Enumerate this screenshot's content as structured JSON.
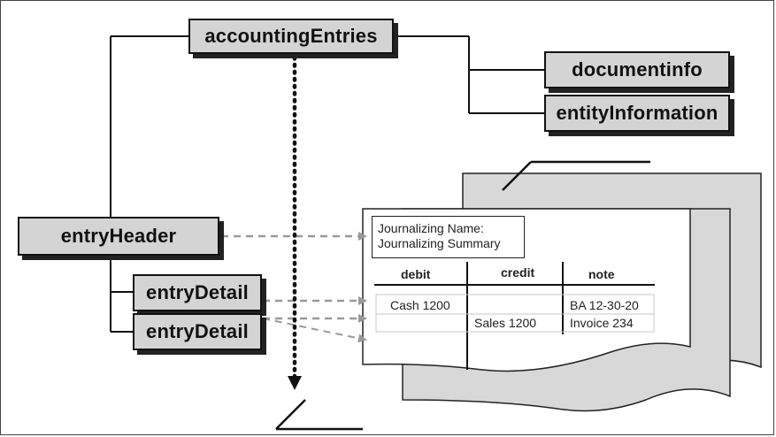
{
  "nodes": {
    "accounting_entries": "accountingEntries",
    "document_info": "documentinfo",
    "entity_information": "entityInformation",
    "entry_header": "entryHeader",
    "entry_detail_1": "entryDetail",
    "entry_detail_2": "entryDetail"
  },
  "document": {
    "journalizing_name": "Journalizing Name:",
    "journalizing_summary": "Journalizing Summary",
    "columns": [
      "debit",
      "credit",
      "note"
    ],
    "rows": [
      {
        "debit": "Cash 1200",
        "credit": "",
        "note": "BA 12-30-20"
      },
      {
        "debit": "",
        "credit": "Sales 1200",
        "note": "Invoice 234"
      }
    ]
  },
  "colors": {
    "node_fill": "#d4d4d4",
    "border": "#111111",
    "dashed_arrow": "#999999",
    "page_fill": "#d8d8d8"
  }
}
